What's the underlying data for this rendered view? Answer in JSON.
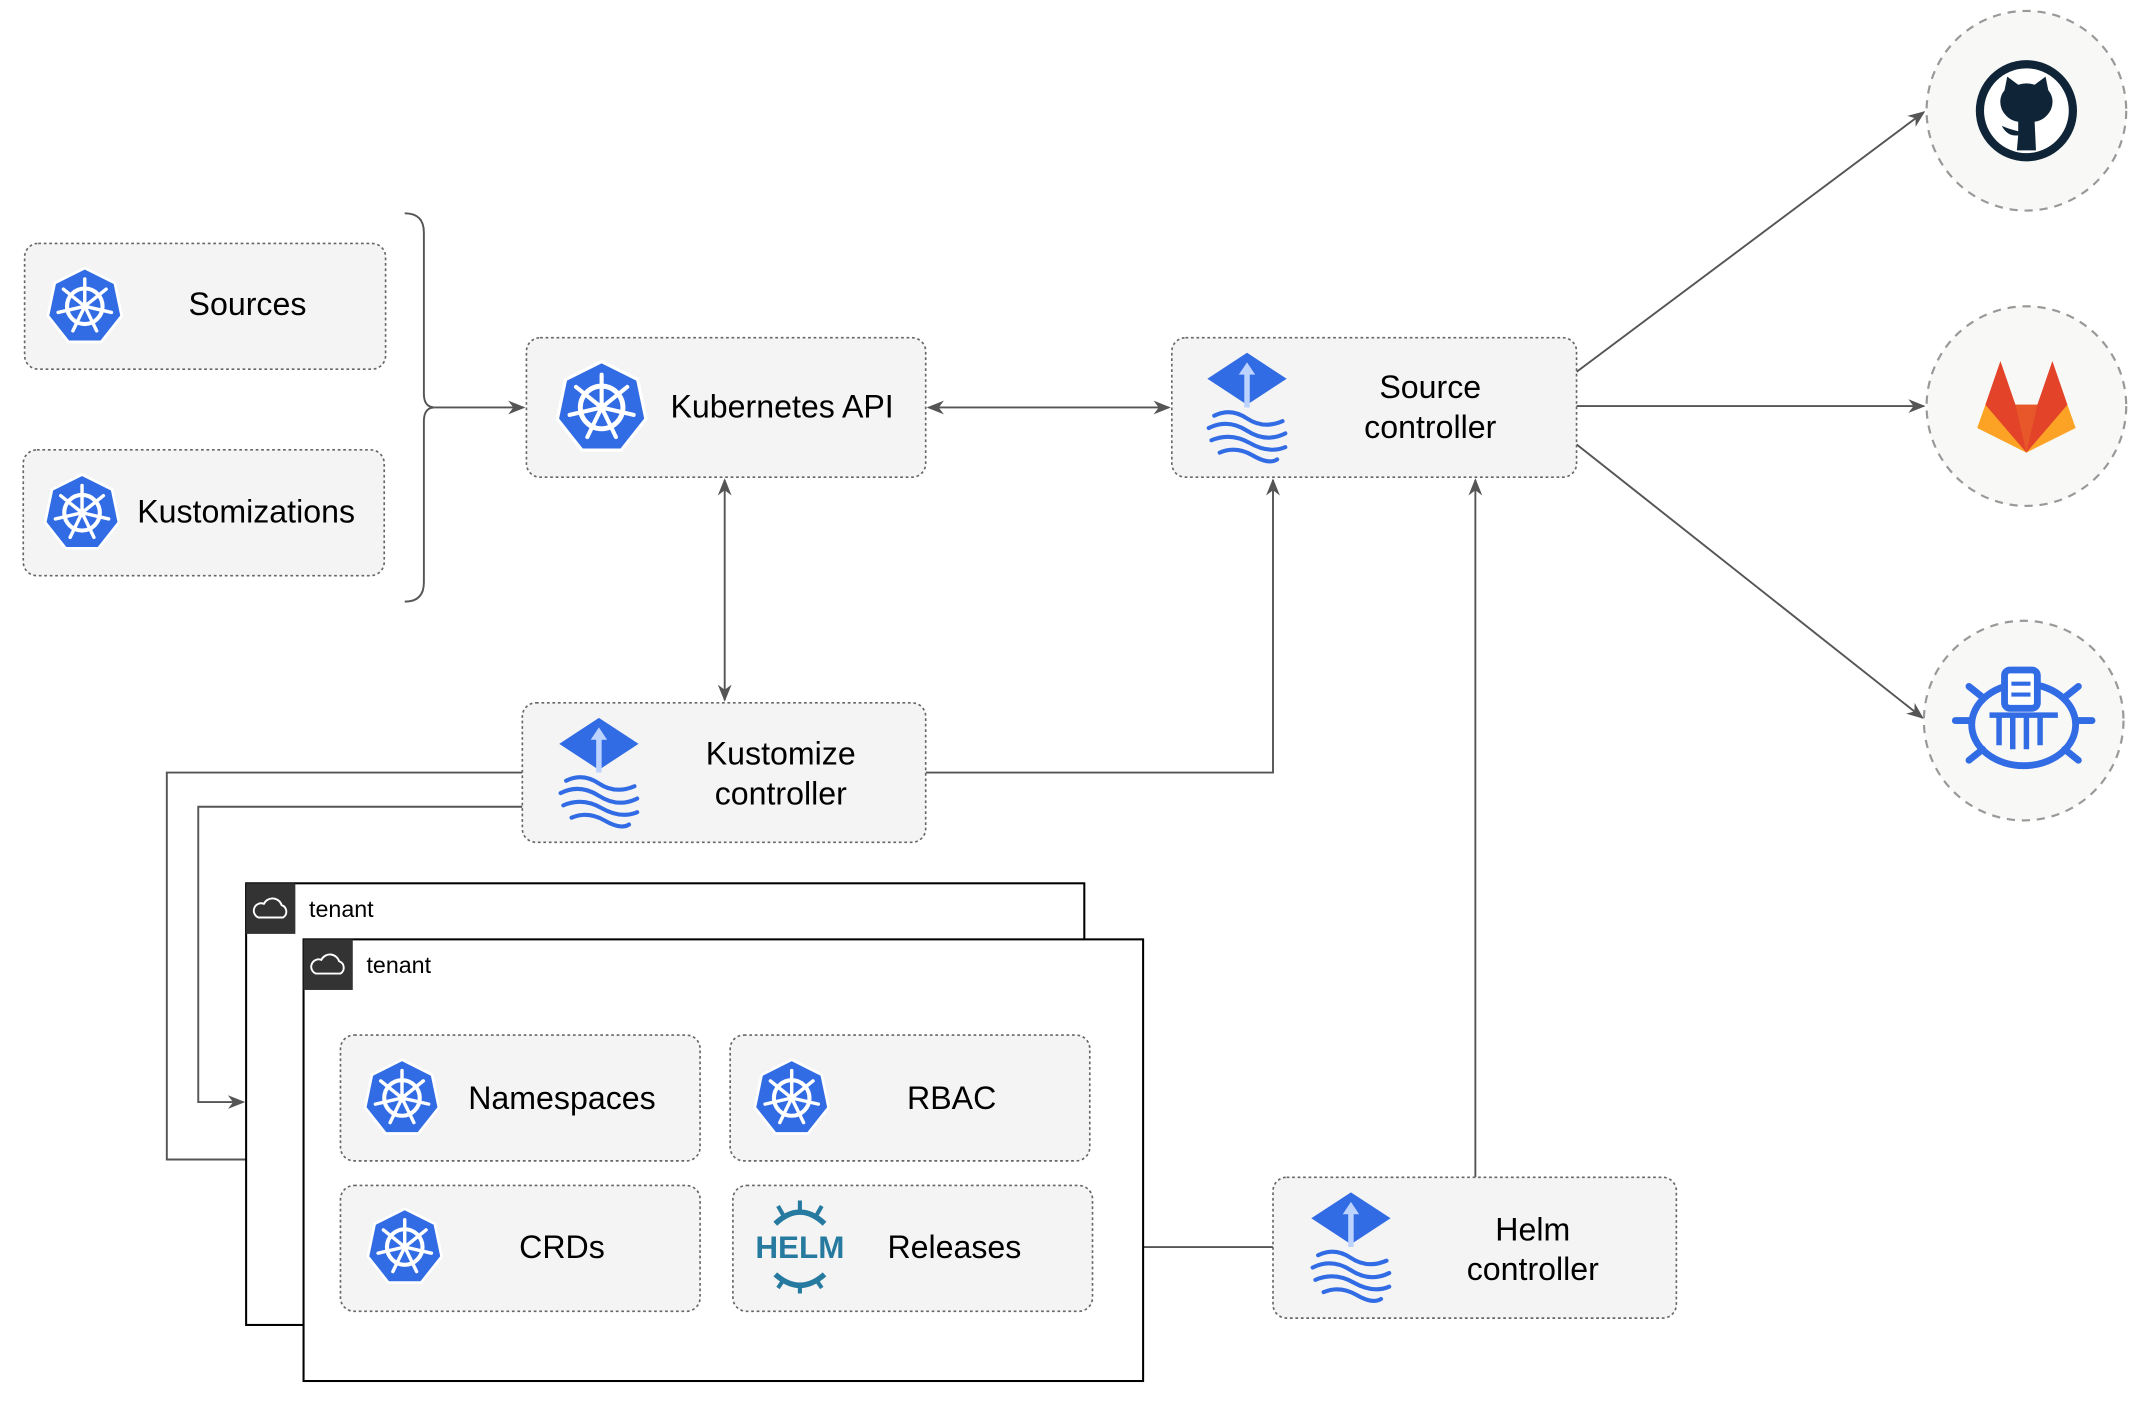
{
  "nodes": {
    "sources": "Sources",
    "kustomizations": "Kustomizations",
    "kubernetes_api": "Kubernetes API",
    "source_controller": [
      "Source",
      "controller"
    ],
    "kustomize_controller": [
      "Kustomize",
      "controller"
    ],
    "helm_controller": [
      "Helm",
      "controller"
    ],
    "namespaces": "Namespaces",
    "rbac": "RBAC",
    "crds": "CRDs",
    "releases": "Releases"
  },
  "tenants": [
    "tenant",
    "tenant"
  ],
  "external_sources": [
    {
      "name": "github",
      "icon": "github-icon"
    },
    {
      "name": "gitlab",
      "icon": "gitlab-icon"
    },
    {
      "name": "bucket",
      "icon": "bucket-icon"
    }
  ],
  "icons": {
    "kubernetes": "kubernetes-icon",
    "flux": "flux-icon",
    "helm": "helm-icon",
    "cloud": "cloud-icon"
  },
  "helm_logo_text": "HELM",
  "colors": {
    "kubernetes_blue": "#326ce5",
    "edge": "#555555",
    "box_fill": "#f4f4f4",
    "github": "#0f2537",
    "gitlab_orange": "#e24329",
    "gitlab_light": "#fca326",
    "helm": "#277a9f",
    "tenant_header": "#333333"
  }
}
